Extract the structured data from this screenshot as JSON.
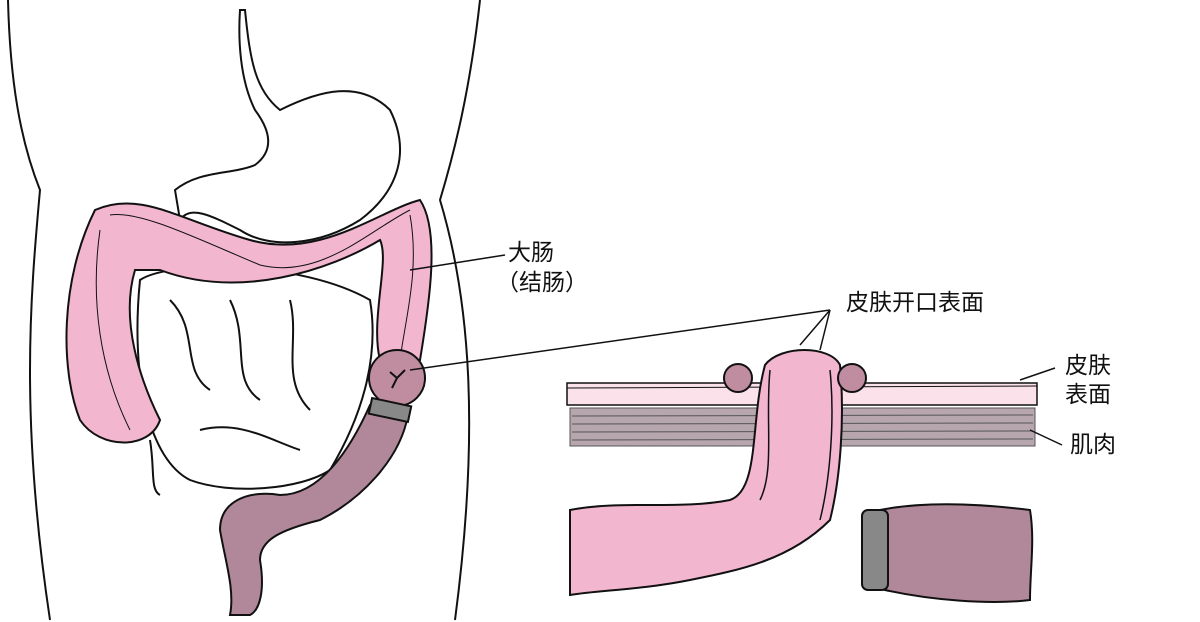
{
  "labels": {
    "large_intestine": "大肠",
    "colon": "（结肠）",
    "stoma_surface": "皮肤开口表面",
    "skin_surface_line1": "皮肤",
    "skin_surface_line2": "表面",
    "muscle": "肌肉"
  },
  "colors": {
    "colon_pink": "#f3b6cf",
    "skin_pink": "#fbe1ea",
    "muscle_gray": "#b7a6ad",
    "rectum_mauve": "#b0889a",
    "stoma_mauve": "#c08c9f",
    "outline": "#111111"
  }
}
